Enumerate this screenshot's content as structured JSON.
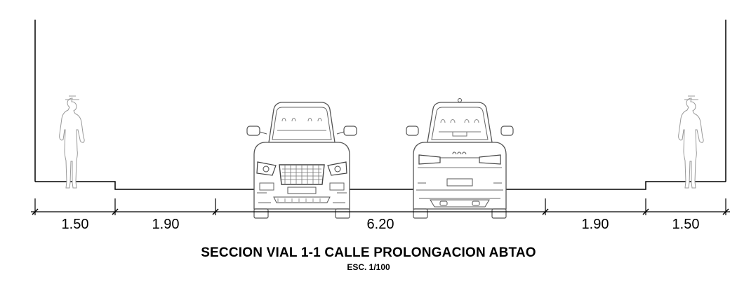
{
  "section": {
    "title": "SECCION VIAL 1-1 CALLE PROLONGACION ABTAO",
    "scale": "ESC. 1/100"
  },
  "dimensions": [
    {
      "id": "left-sidewalk",
      "label": "1.50"
    },
    {
      "id": "left-parking",
      "label": "1.90"
    },
    {
      "id": "roadway",
      "label": "6.20"
    },
    {
      "id": "right-parking",
      "label": "1.90"
    },
    {
      "id": "right-sidewalk",
      "label": "1.50"
    }
  ],
  "figures": {
    "left_pedestrian": "pedestrian-icon",
    "right_pedestrian": "pedestrian-icon",
    "front_car": "car-front-icon",
    "rear_car": "car-rear-icon"
  }
}
